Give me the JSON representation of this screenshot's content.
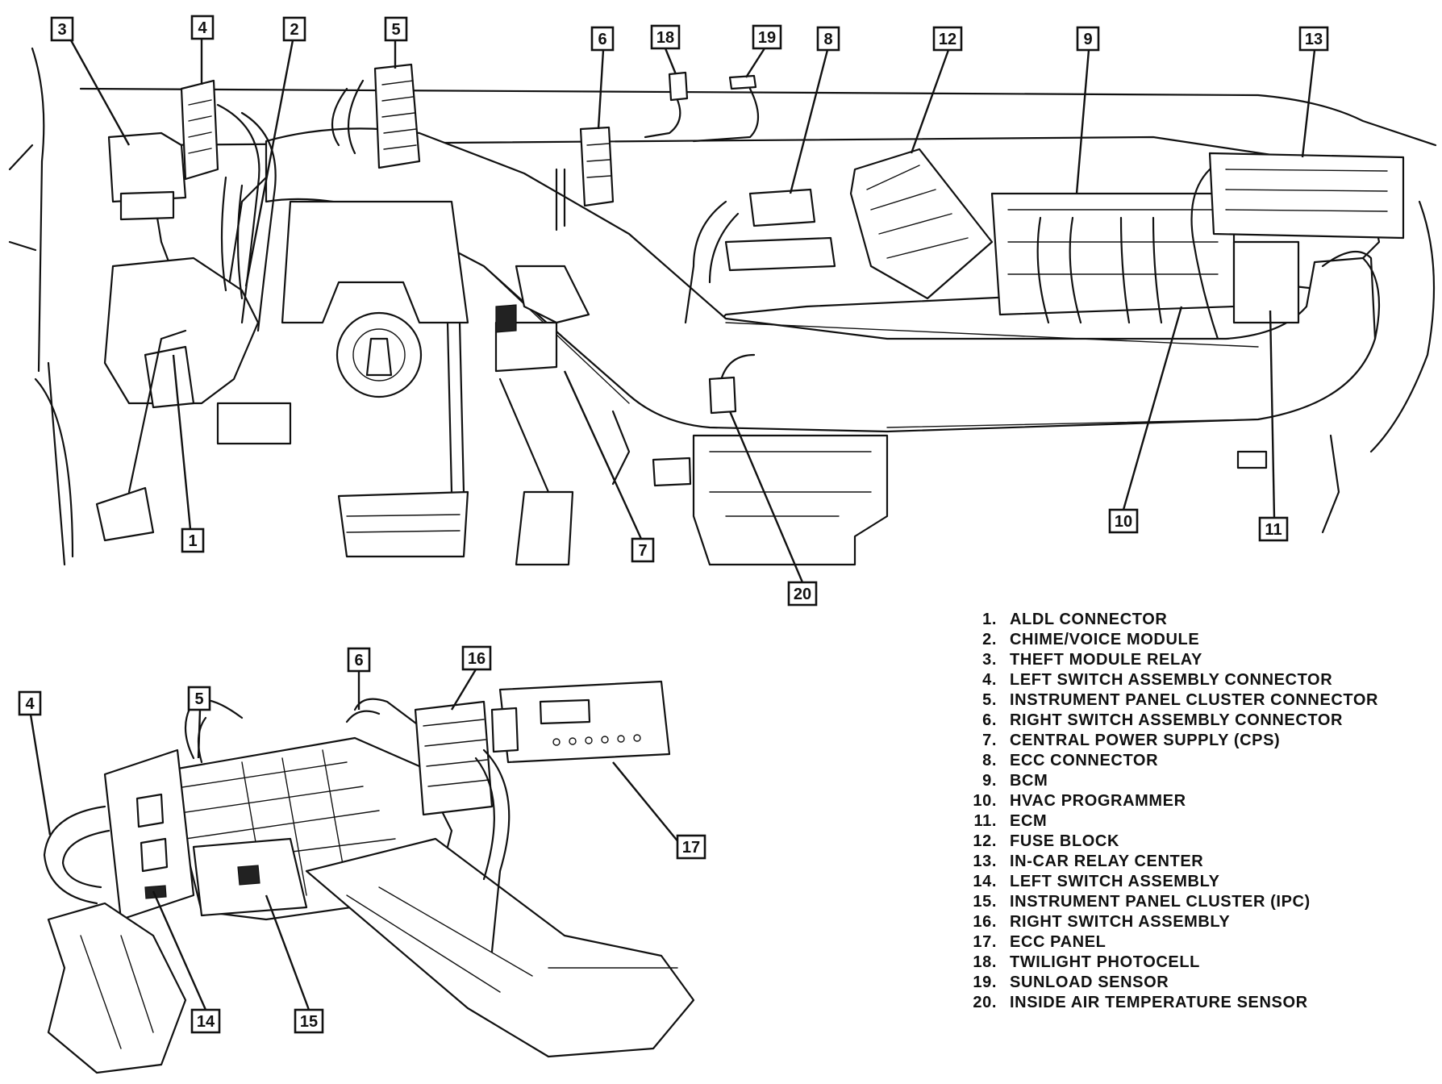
{
  "callouts": {
    "c1": "1",
    "c2": "2",
    "c3": "3",
    "c4": "4",
    "c5": "5",
    "c6": "6",
    "c7": "7",
    "c8": "8",
    "c9": "9",
    "c10": "10",
    "c11": "11",
    "c12": "12",
    "c13": "13",
    "c18": "18",
    "c19": "19",
    "c20": "20",
    "i4": "4",
    "i5": "5",
    "i6": "6",
    "i14": "14",
    "i15": "15",
    "i16": "16",
    "i17": "17"
  },
  "legend": [
    {
      "num": "1.",
      "label": "ALDL CONNECTOR"
    },
    {
      "num": "2.",
      "label": "CHIME/VOICE MODULE"
    },
    {
      "num": "3.",
      "label": "THEFT MODULE RELAY"
    },
    {
      "num": "4.",
      "label": "LEFT SWITCH ASSEMBLY CONNECTOR"
    },
    {
      "num": "5.",
      "label": "INSTRUMENT PANEL CLUSTER CONNECTOR"
    },
    {
      "num": "6.",
      "label": "RIGHT SWITCH ASSEMBLY CONNECTOR"
    },
    {
      "num": "7.",
      "label": "CENTRAL POWER SUPPLY (CPS)"
    },
    {
      "num": "8.",
      "label": "ECC CONNECTOR"
    },
    {
      "num": "9.",
      "label": "BCM"
    },
    {
      "num": "10.",
      "label": "HVAC PROGRAMMER"
    },
    {
      "num": "11.",
      "label": "ECM"
    },
    {
      "num": "12.",
      "label": "FUSE BLOCK"
    },
    {
      "num": "13.",
      "label": "IN-CAR RELAY CENTER"
    },
    {
      "num": "14.",
      "label": "LEFT SWITCH ASSEMBLY"
    },
    {
      "num": "15.",
      "label": "INSTRUMENT PANEL CLUSTER (IPC)"
    },
    {
      "num": "16.",
      "label": "RIGHT SWITCH ASSEMBLY"
    },
    {
      "num": "17.",
      "label": "ECC PANEL"
    },
    {
      "num": "18.",
      "label": "TWILIGHT PHOTOCELL"
    },
    {
      "num": "19.",
      "label": "SUNLOAD SENSOR"
    },
    {
      "num": "20.",
      "label": "INSIDE AIR TEMPERATURE SENSOR"
    }
  ]
}
